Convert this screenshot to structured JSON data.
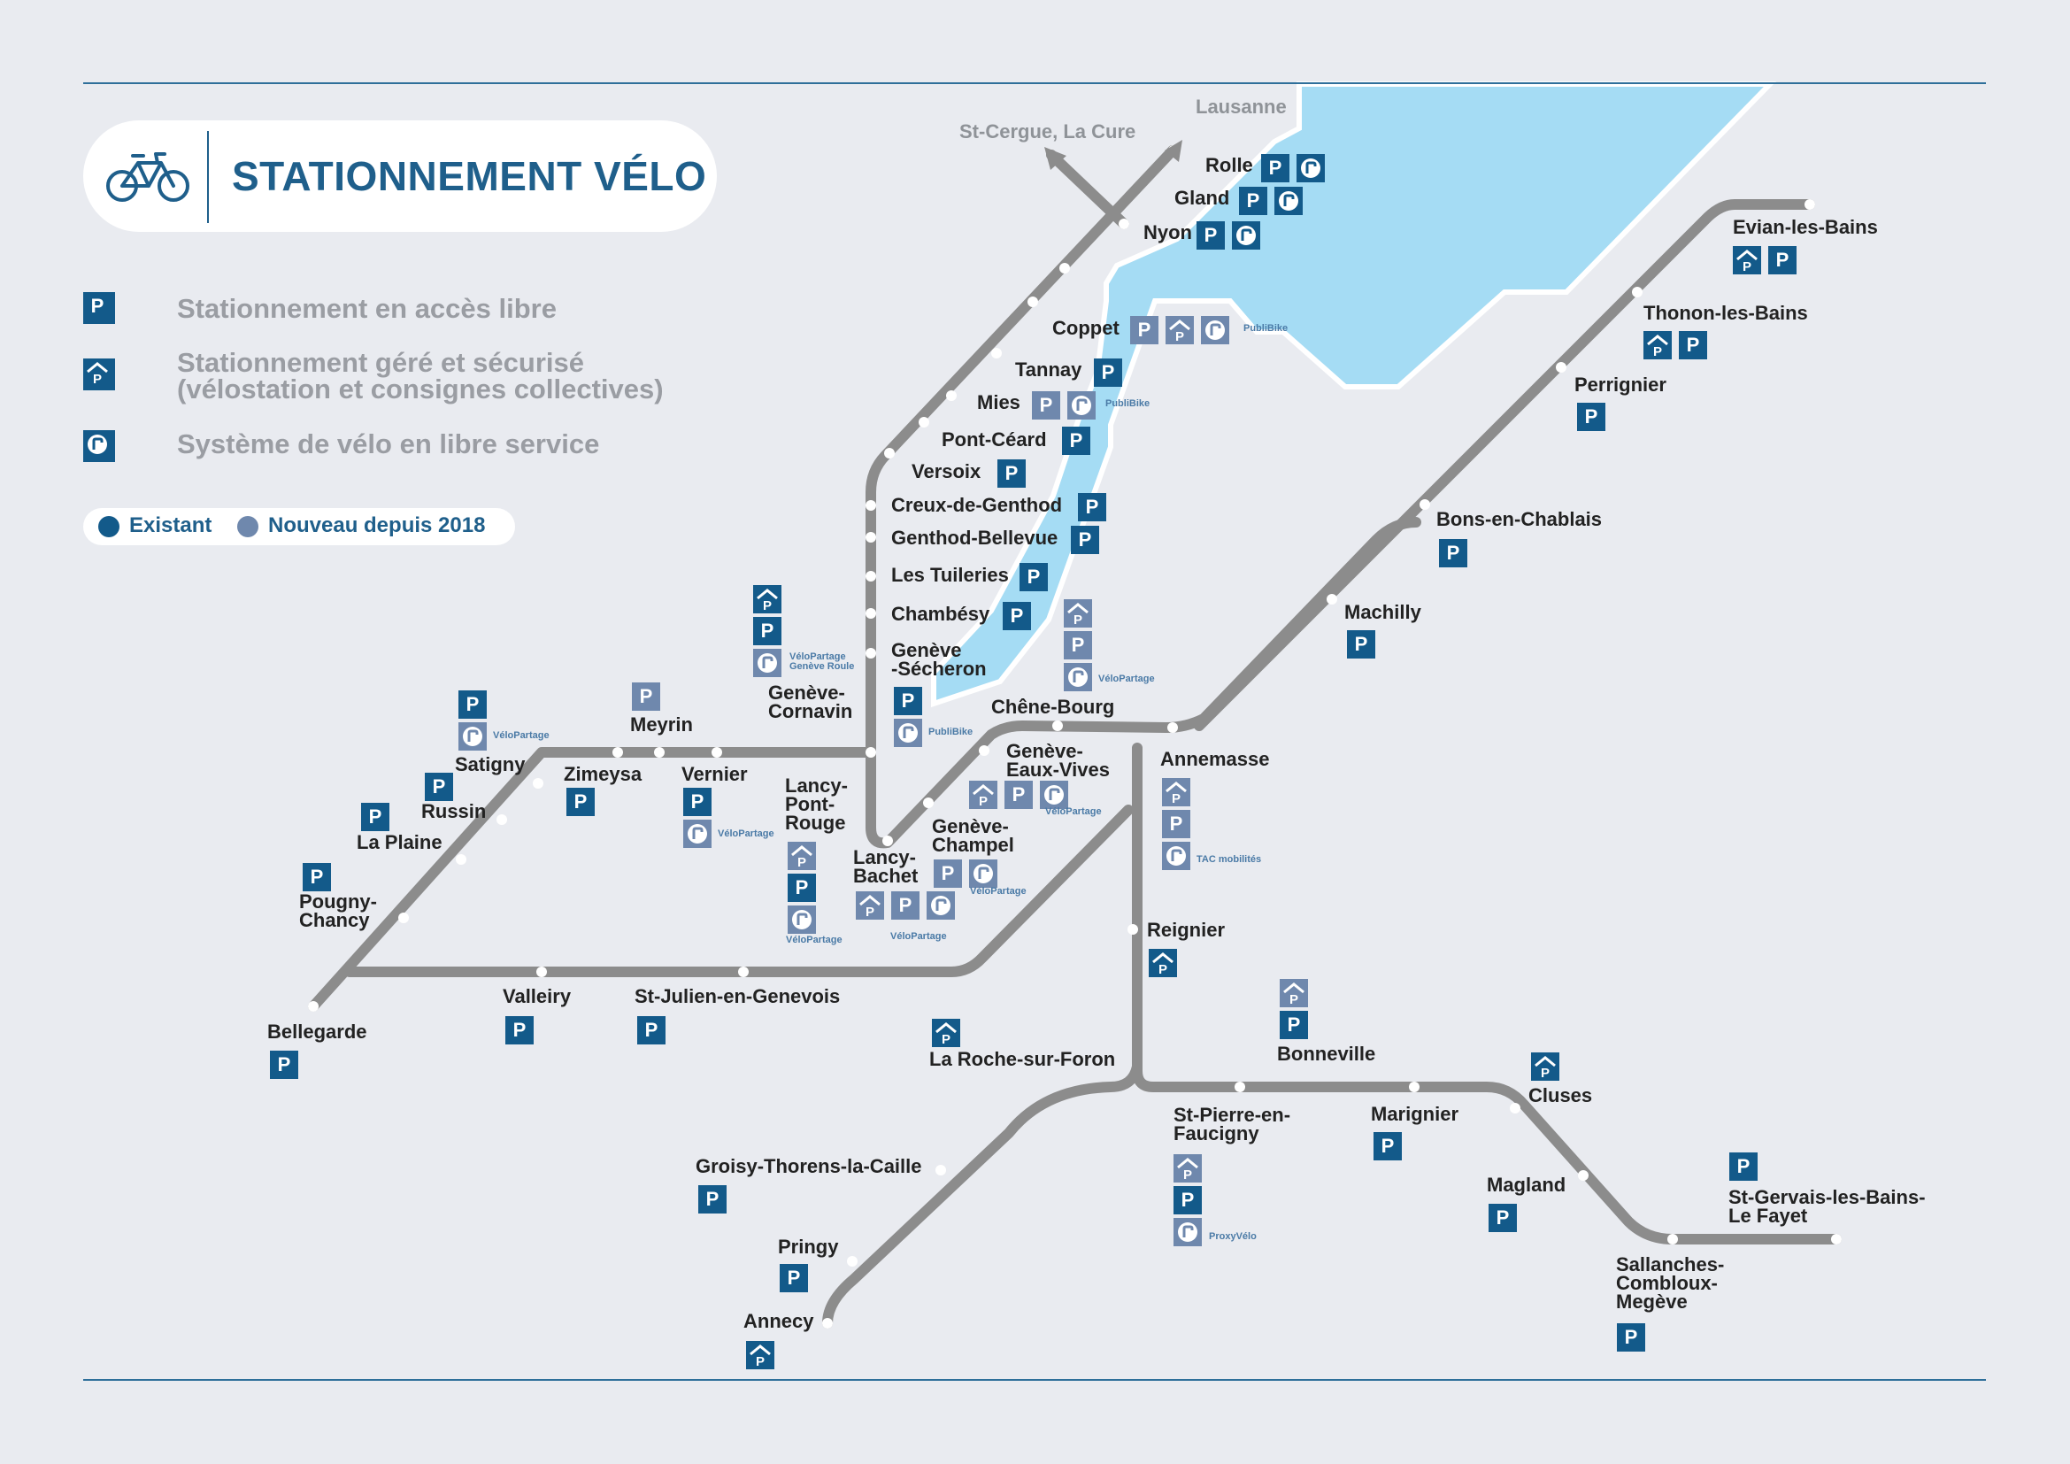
{
  "title": "STATIONNEMENT VÉLO",
  "colors": {
    "existant": "#135a8a",
    "nouveau": "#6f88ad",
    "lake": "#a5dcf4",
    "track": "#8c8c8c",
    "title_blue": "#1f5f8b",
    "background": "#e9ebf0"
  },
  "legend": {
    "items": [
      {
        "icon": "P",
        "icon_name": "parking-icon",
        "label": "Stationnement en accès libre"
      },
      {
        "icon": "S",
        "icon_name": "secure-parking-icon",
        "label": "Stationnement géré et sécurisé",
        "label2": "(vélostation et consignes collectives)"
      },
      {
        "icon": "B",
        "icon_name": "bike-share-icon",
        "label": "Système de vélo en libre service"
      }
    ],
    "status": {
      "existant": "Existant",
      "nouveau": "Nouveau depuis 2018"
    }
  },
  "destinations": [
    "Lausanne",
    "St-Cergue, La Cure"
  ],
  "stations": [
    {
      "name": "Rolle",
      "icons": [
        "P:e",
        "B:e"
      ]
    },
    {
      "name": "Gland",
      "icons": [
        "P:e",
        "B:e"
      ]
    },
    {
      "name": "Nyon",
      "icons": [
        "P:e",
        "B:e"
      ]
    },
    {
      "name": "Coppet",
      "icons": [
        "P:n",
        "S:n",
        "B:n"
      ],
      "operator": "PubliBike"
    },
    {
      "name": "Tannay",
      "icons": [
        "P:e"
      ]
    },
    {
      "name": "Mies",
      "icons": [
        "P:n",
        "B:n"
      ],
      "operator": "PubliBike"
    },
    {
      "name": "Pont-Céard",
      "icons": [
        "P:e"
      ]
    },
    {
      "name": "Versoix",
      "icons": [
        "P:e"
      ]
    },
    {
      "name": "Creux-de-Genthod",
      "icons": [
        "P:e"
      ]
    },
    {
      "name": "Genthod-Bellevue",
      "icons": [
        "P:e"
      ]
    },
    {
      "name": "Les Tuileries",
      "icons": [
        "P:e"
      ]
    },
    {
      "name": "Chambésy",
      "icons": [
        "P:e"
      ]
    },
    {
      "name": "Genève\n-Sécheron",
      "icons": [
        "P:e",
        "B:n"
      ],
      "operator": "PubliBike"
    },
    {
      "name": "Genève-\nCornavin",
      "icons": [
        "S:e",
        "P:e",
        "B:n"
      ],
      "operator": "VéloPartage\nGenève Roule"
    },
    {
      "name": "Chêne-Bourg",
      "icons": [
        "S:n",
        "P:n",
        "B:n"
      ],
      "operator": "VéloPartage"
    },
    {
      "name": "Genève-\nEaux-Vives",
      "icons": [
        "S:n",
        "P:n",
        "B:n"
      ],
      "operator": "VéloPartage"
    },
    {
      "name": "Genève-\nChampel",
      "icons": [
        "P:n",
        "B:n"
      ],
      "operator": "VéloPartage"
    },
    {
      "name": "Lancy-\nBachet",
      "icons": [
        "S:n",
        "P:n",
        "B:n"
      ],
      "operator": "VéloPartage"
    },
    {
      "name": "Lancy-\nPont-\nRouge",
      "icons": [
        "S:n",
        "P:e",
        "B:n"
      ],
      "operator": "VéloPartage"
    },
    {
      "name": "Meyrin",
      "icons": [
        "P:n"
      ]
    },
    {
      "name": "Vernier",
      "icons": [
        "P:e",
        "B:n"
      ],
      "operator": "VéloPartage"
    },
    {
      "name": "Zimeysa",
      "icons": [
        "P:e"
      ]
    },
    {
      "name": "Satigny",
      "icons": [
        "P:e",
        "B:n"
      ],
      "operator": "VéloPartage"
    },
    {
      "name": "Russin",
      "icons": [
        "P:e"
      ]
    },
    {
      "name": "La Plaine",
      "icons": [
        "P:e"
      ]
    },
    {
      "name": "Pougny-\nChancy",
      "icons": [
        "P:e"
      ]
    },
    {
      "name": "Bellegarde",
      "icons": [
        "P:e"
      ]
    },
    {
      "name": "Valleiry",
      "icons": [
        "P:e"
      ]
    },
    {
      "name": "St-Julien-en-Genevois",
      "icons": [
        "P:e"
      ]
    },
    {
      "name": "La Roche-sur-Foron",
      "icons": [
        "S:e"
      ]
    },
    {
      "name": "Annemasse",
      "icons": [
        "S:n",
        "P:n",
        "B:n"
      ],
      "operator": "TAC mobilités"
    },
    {
      "name": "Reignier",
      "icons": [
        "S:e"
      ]
    },
    {
      "name": "Machilly",
      "icons": [
        "P:e"
      ]
    },
    {
      "name": "Bons-en-Chablais",
      "icons": [
        "P:e"
      ]
    },
    {
      "name": "Perrignier",
      "icons": [
        "P:e"
      ]
    },
    {
      "name": "Thonon-les-Bains",
      "icons": [
        "S:e",
        "P:e"
      ]
    },
    {
      "name": "Evian-les-Bains",
      "icons": [
        "S:e",
        "P:e"
      ]
    },
    {
      "name": "Bonneville",
      "icons": [
        "S:n",
        "P:e"
      ]
    },
    {
      "name": "St-Pierre-en-\nFaucigny",
      "icons": [
        "S:n",
        "P:e",
        "B:n"
      ],
      "operator": "ProxyVélo"
    },
    {
      "name": "Marignier",
      "icons": [
        "P:e"
      ]
    },
    {
      "name": "Cluses",
      "icons": [
        "S:e"
      ]
    },
    {
      "name": "Magland",
      "icons": [
        "P:e"
      ]
    },
    {
      "name": "Sallanches-\nCombloux-\nMegève",
      "icons": [
        "P:e"
      ]
    },
    {
      "name": "St-Gervais-les-Bains-\nLe Fayet",
      "icons": [
        "P:e"
      ]
    },
    {
      "name": "Groisy-Thorens-la-Caille",
      "icons": [
        "P:e"
      ]
    },
    {
      "name": "Pringy",
      "icons": [
        "P:e"
      ]
    },
    {
      "name": "Annecy",
      "icons": [
        "S:e"
      ]
    }
  ]
}
